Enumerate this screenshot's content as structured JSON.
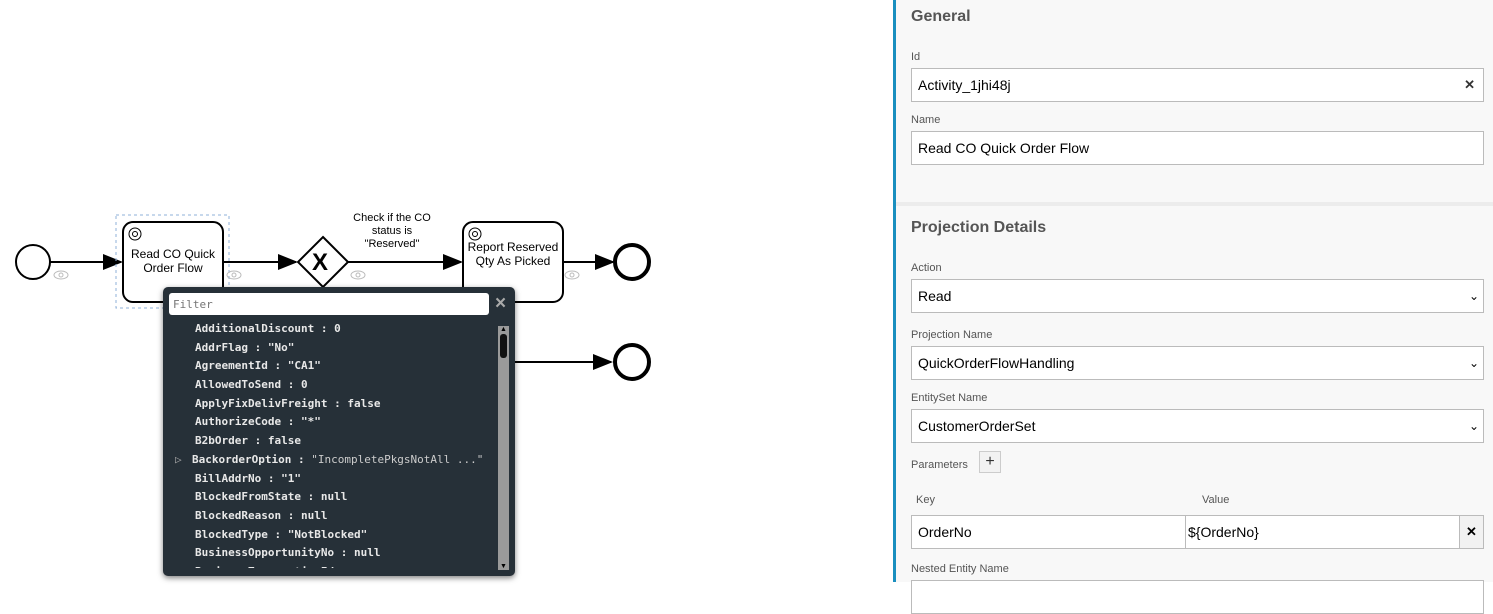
{
  "diagram": {
    "task1_label": "Read CO Quick Order Flow",
    "task2_label": "Report Reserved Qty As Picked",
    "flow_label": "Check if the CO status is \"Reserved\"",
    "gateway_marker": "X"
  },
  "popup": {
    "filter_placeholder": "Filter",
    "close_icon": "×",
    "rows": [
      {
        "key": "AdditionalDiscount",
        "value": "0"
      },
      {
        "key": "AddrFlag",
        "value": "\"No\""
      },
      {
        "key": "AgreementId",
        "value": "\"CA1\""
      },
      {
        "key": "AllowedToSend",
        "value": "0"
      },
      {
        "key": "ApplyFixDelivFreight",
        "value": "false"
      },
      {
        "key": "AuthorizeCode",
        "value": "\"*\""
      },
      {
        "key": "B2bOrder",
        "value": "false"
      },
      {
        "key": "BackorderOption",
        "value": "\"IncompletePkgsNotAll ...\"",
        "expandable": true
      },
      {
        "key": "BillAddrNo",
        "value": "\"1\""
      },
      {
        "key": "BlockedFromState",
        "value": "null"
      },
      {
        "key": "BlockedReason",
        "value": "null"
      },
      {
        "key": "BlockedType",
        "value": "\"NotBlocked\""
      },
      {
        "key": "BusinessOpportunityNo",
        "value": "null"
      },
      {
        "key": "BusinessTransactionId",
        "value": "..."
      }
    ]
  },
  "panel": {
    "general_title": "General",
    "id_label": "Id",
    "id_value": "Activity_1jhi48j",
    "name_label": "Name",
    "name_value": "Read CO Quick Order Flow",
    "projection_title": "Projection Details",
    "action_label": "Action",
    "action_value": "Read",
    "projection_name_label": "Projection Name",
    "projection_name_value": "QuickOrderFlowHandling",
    "entityset_label": "EntitySet Name",
    "entityset_value": "CustomerOrderSet",
    "parameters_label": "Parameters",
    "add_label": "+",
    "key_header": "Key",
    "value_header": "Value",
    "param_key": "OrderNo",
    "param_value": "${OrderNo}",
    "nested_label": "Nested Entity Name",
    "accent": "#1a8fbf"
  }
}
